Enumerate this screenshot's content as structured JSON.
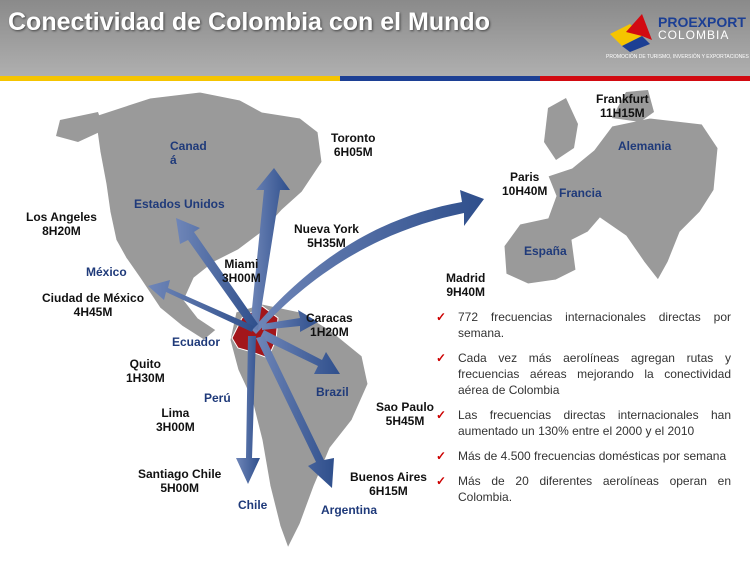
{
  "header": {
    "title": "Conectividad de Colombia con el Mundo",
    "logo_name": "PROEXPORT",
    "logo_sub": "COLOMBIA",
    "logo_tag": "PROMOCIÓN DE TURISMO, INVERSIÓN Y EXPORTACIONES"
  },
  "colors": {
    "yellow": "#f5c400",
    "blue": "#1c3f94",
    "red": "#d20a11",
    "arrow": "#3a5a94",
    "land": "#9a9a9a",
    "colombia": "#a3161b"
  },
  "routes": [
    {
      "id": "frankfurt",
      "city": "Frankfurt",
      "time": "11H15M"
    },
    {
      "id": "paris",
      "city": "Paris",
      "time": "10H40M"
    },
    {
      "id": "madrid",
      "city": "Madrid",
      "time": "9H40M"
    },
    {
      "id": "toronto",
      "city": "Toronto",
      "time": "6H05M"
    },
    {
      "id": "nueva-york",
      "city": "Nueva York",
      "time": "5H35M"
    },
    {
      "id": "los-angeles",
      "city": "Los Angeles",
      "time": "8H20M"
    },
    {
      "id": "miami",
      "city": "Miami",
      "time": "3H00M"
    },
    {
      "id": "ciudad-mexico",
      "city": "Ciudad de México",
      "time": "4H45M"
    },
    {
      "id": "caracas",
      "city": "Caracas",
      "time": "1H20M"
    },
    {
      "id": "quito",
      "city": "Quito",
      "time": "1H30M"
    },
    {
      "id": "lima",
      "city": "Lima",
      "time": "3H00M"
    },
    {
      "id": "sao-paulo",
      "city": "Sao Paulo",
      "time": "5H45M"
    },
    {
      "id": "santiago",
      "city": "Santiago Chile",
      "time": "5H00M"
    },
    {
      "id": "buenos-aires",
      "city": "Buenos Aires",
      "time": "6H15M"
    }
  ],
  "countries": {
    "canada_1": "Canad",
    "canada_2": "á",
    "usa": "Estados Unidos",
    "mexico": "México",
    "ecuador": "Ecuador",
    "peru": "Perú",
    "brazil": "Brazil",
    "chile": "Chile",
    "argentina": "Argentina",
    "alemania": "Alemania",
    "francia": "Francia",
    "espana": "España"
  },
  "bullets": [
    "772 frecuencias internacionales  directas por semana.",
    "Cada vez más aerolíneas agregan rutas y frecuencias aéreas mejorando la conectividad aérea de Colombia",
    "Las frecuencias directas internacionales han aumentado un 130% entre el 2000 y el 2010",
    "Más de  4.500 frecuencias domésticas por semana",
    "Más de 20  diferentes aerolíneas operan en Colombia."
  ]
}
